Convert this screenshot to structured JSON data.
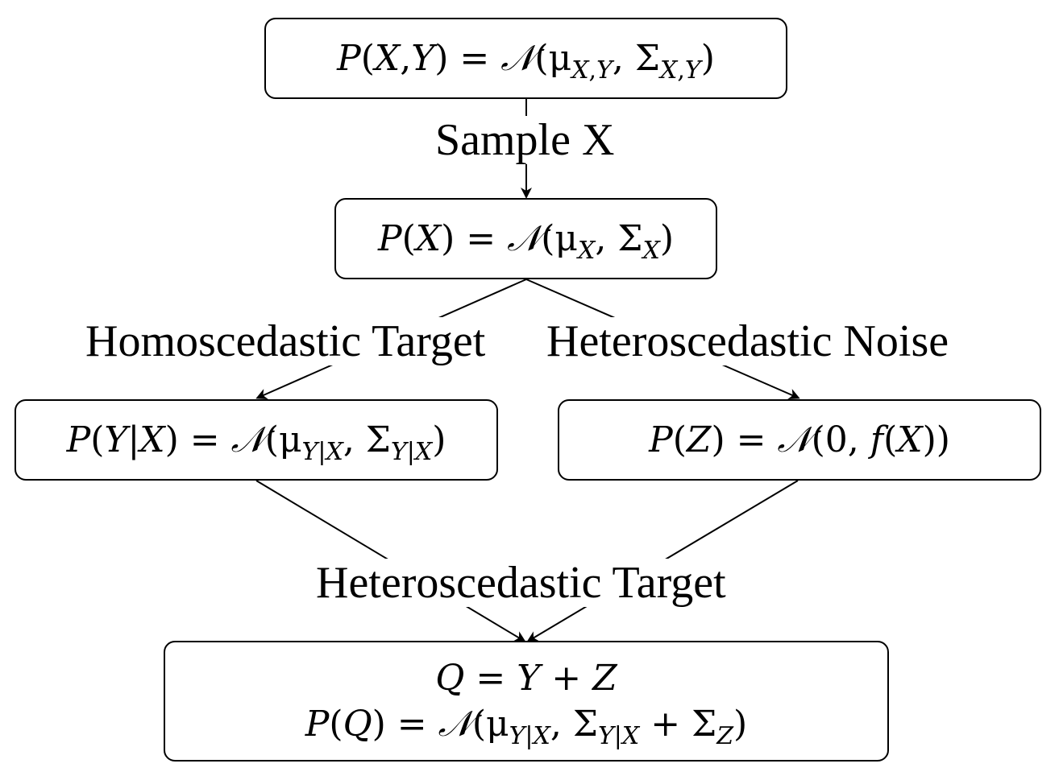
{
  "nodes": {
    "joint": {
      "lines": [
        "P(X,Y) = 𝒩(μ_{X,Y}, Σ_{X,Y})"
      ]
    },
    "marginal": {
      "lines": [
        "P(X) = 𝒩(μ_X, Σ_X)"
      ]
    },
    "conditional": {
      "lines": [
        "P(Y|X) = 𝒩(μ_{Y|X}, Σ_{Y|X})"
      ]
    },
    "noise": {
      "lines": [
        "P(Z) = 𝒩(0, f(X))"
      ]
    },
    "result": {
      "lines": [
        "Q = Y + Z",
        "P(Q) = 𝒩(μ_{Y|X}, Σ_{Y|X} + Σ_Z)"
      ]
    }
  },
  "edges": {
    "sample_x": "Sample X",
    "homoscedastic_target": "Homoscedastic Target",
    "heteroscedastic_noise": "Heteroscedastic Noise",
    "heteroscedastic_target": "Heteroscedastic Target"
  }
}
